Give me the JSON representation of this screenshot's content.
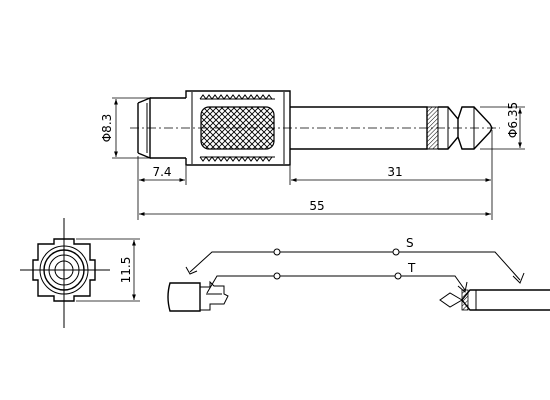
{
  "dimensions": {
    "dia_body": "Φ8.3",
    "dia_plug": "Φ6.35",
    "len_sleeve": "7.4",
    "len_shaft": "31",
    "len_total": "55",
    "height_front": "11.5"
  },
  "wiring": {
    "sleeve_label": "S",
    "tip_label": "T"
  }
}
